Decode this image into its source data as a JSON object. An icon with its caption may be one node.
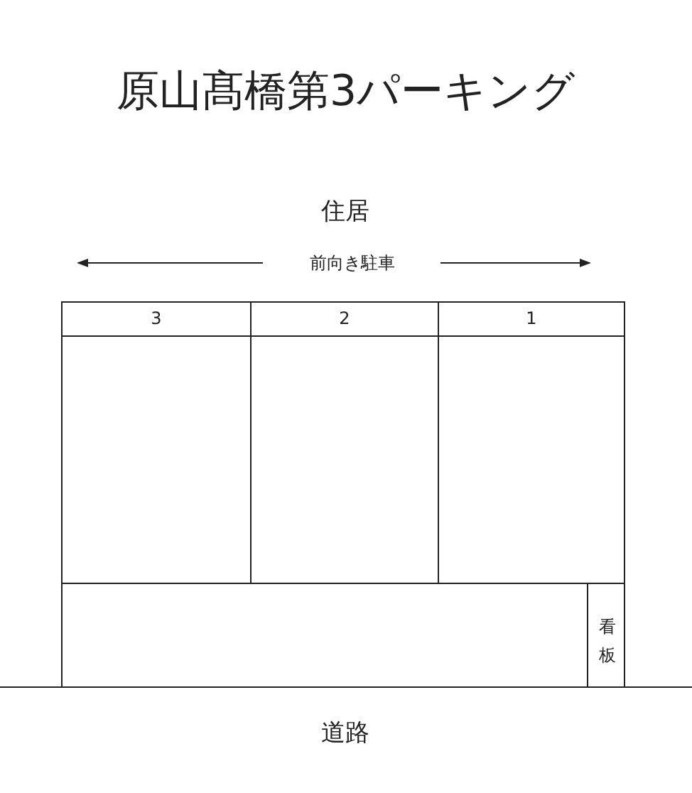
{
  "diagram": {
    "title": "原山髙橋第3パーキング",
    "nodes": [
      {
        "text": [
          "3"
        ]
      },
      {
        "text": [
          "2"
        ]
      },
      {
        "text": [
          "1"
        ]
      },
      {
        "text": [],
        "shape": "box"
      },
      {
        "text": [
          "看板"
        ]
      }
    ],
    "labels": [
      "住居",
      "前向き駐車",
      "道路"
    ]
  }
}
